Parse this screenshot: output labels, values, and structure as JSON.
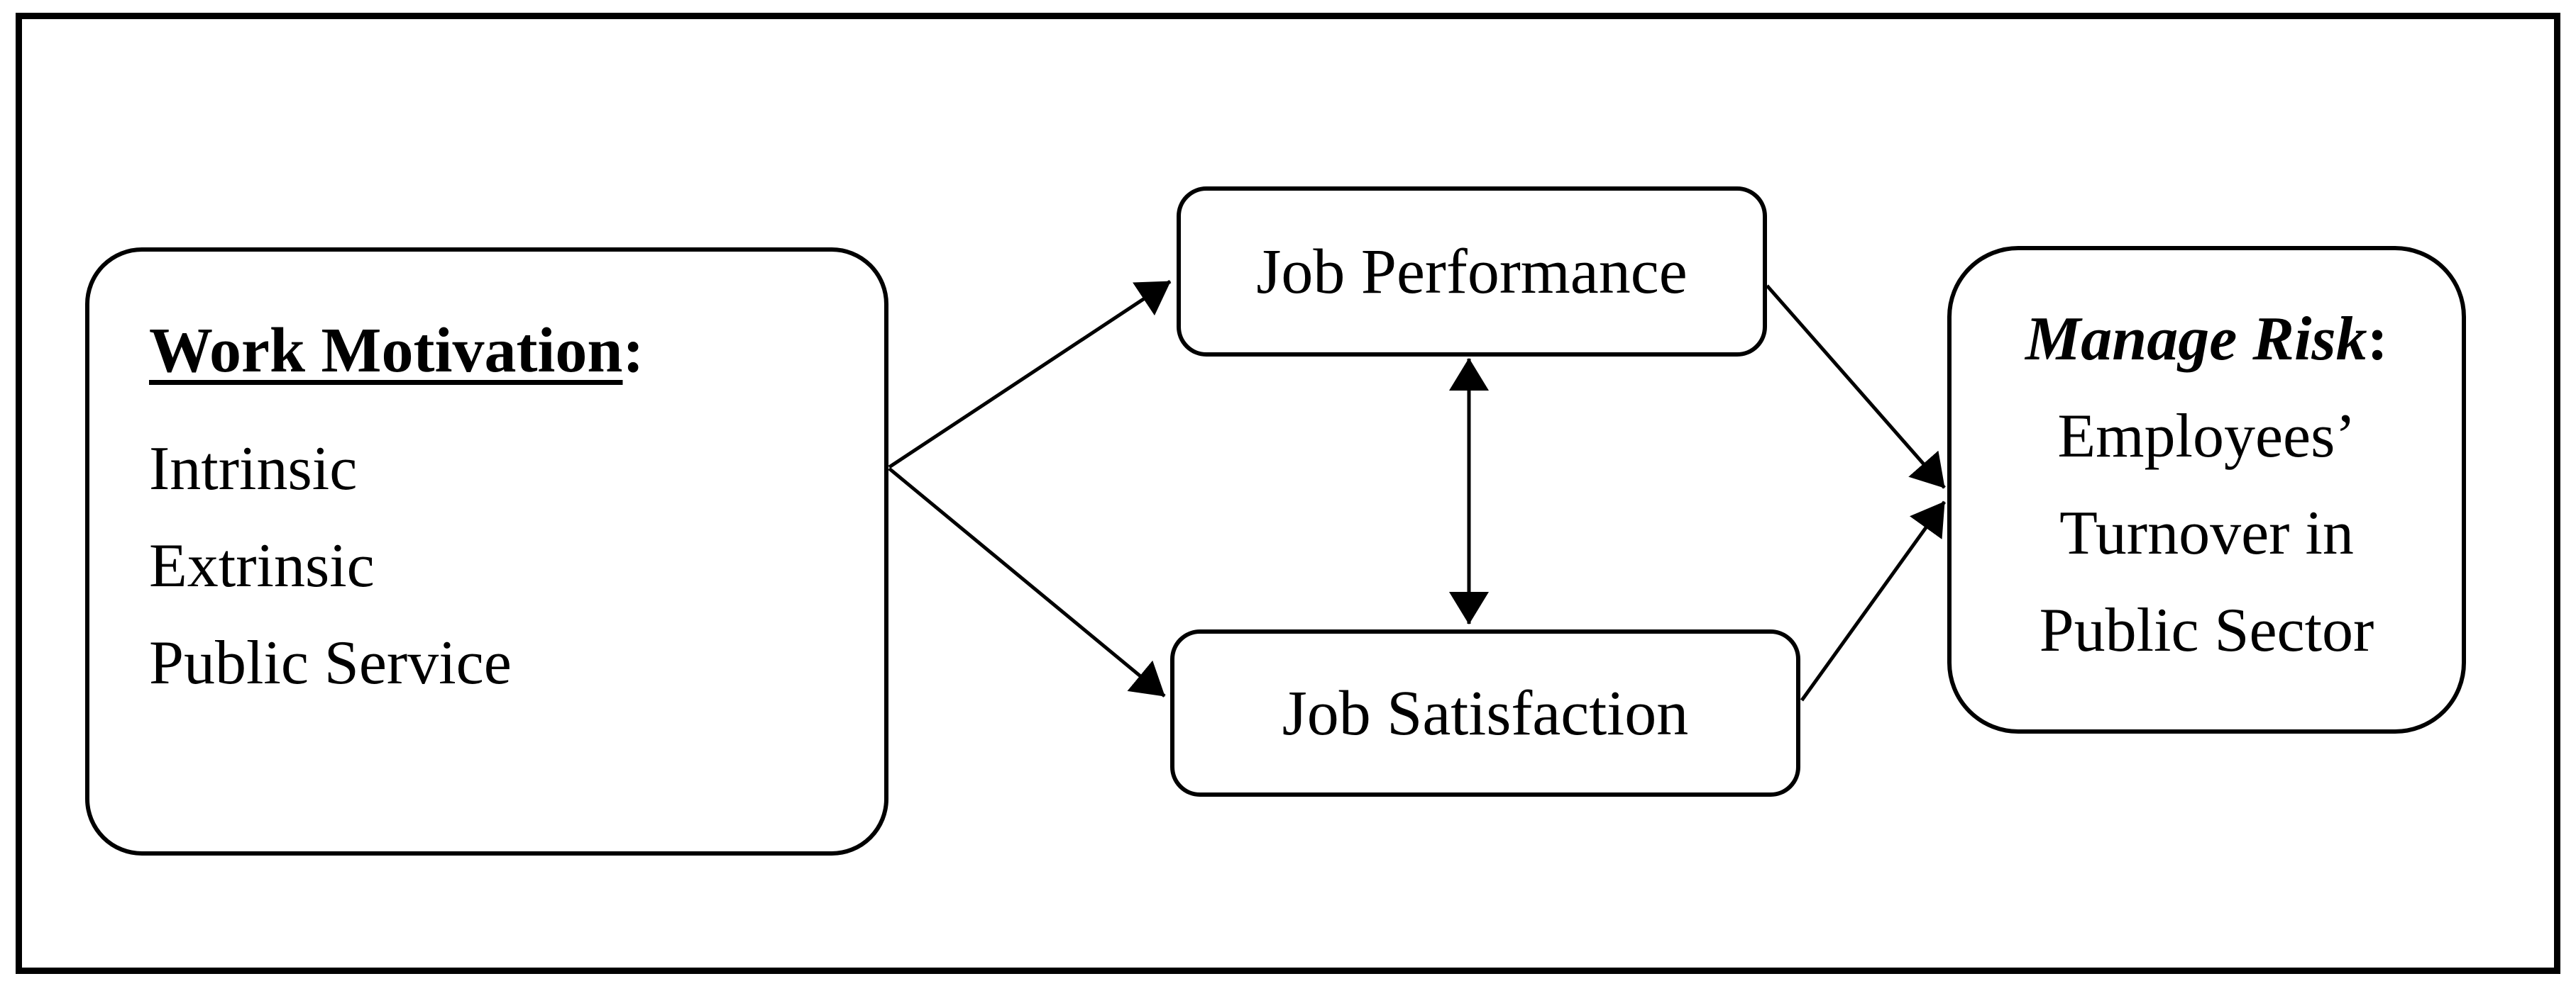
{
  "figure": {
    "source_box": {
      "title": "Work Motivation",
      "title_suffix": ":",
      "items": [
        "Intrinsic",
        "Extrinsic",
        "Public Service"
      ]
    },
    "mediators": [
      {
        "label": "Job Performance"
      },
      {
        "label": "Job Satisfaction"
      }
    ],
    "outcome_box": {
      "title": "Manage Risk",
      "title_suffix": ":",
      "lines": [
        "Employees’",
        "Turnover in",
        "Public Sector"
      ]
    },
    "colors": {
      "ink": "#000000",
      "background": "#ffffff"
    }
  }
}
